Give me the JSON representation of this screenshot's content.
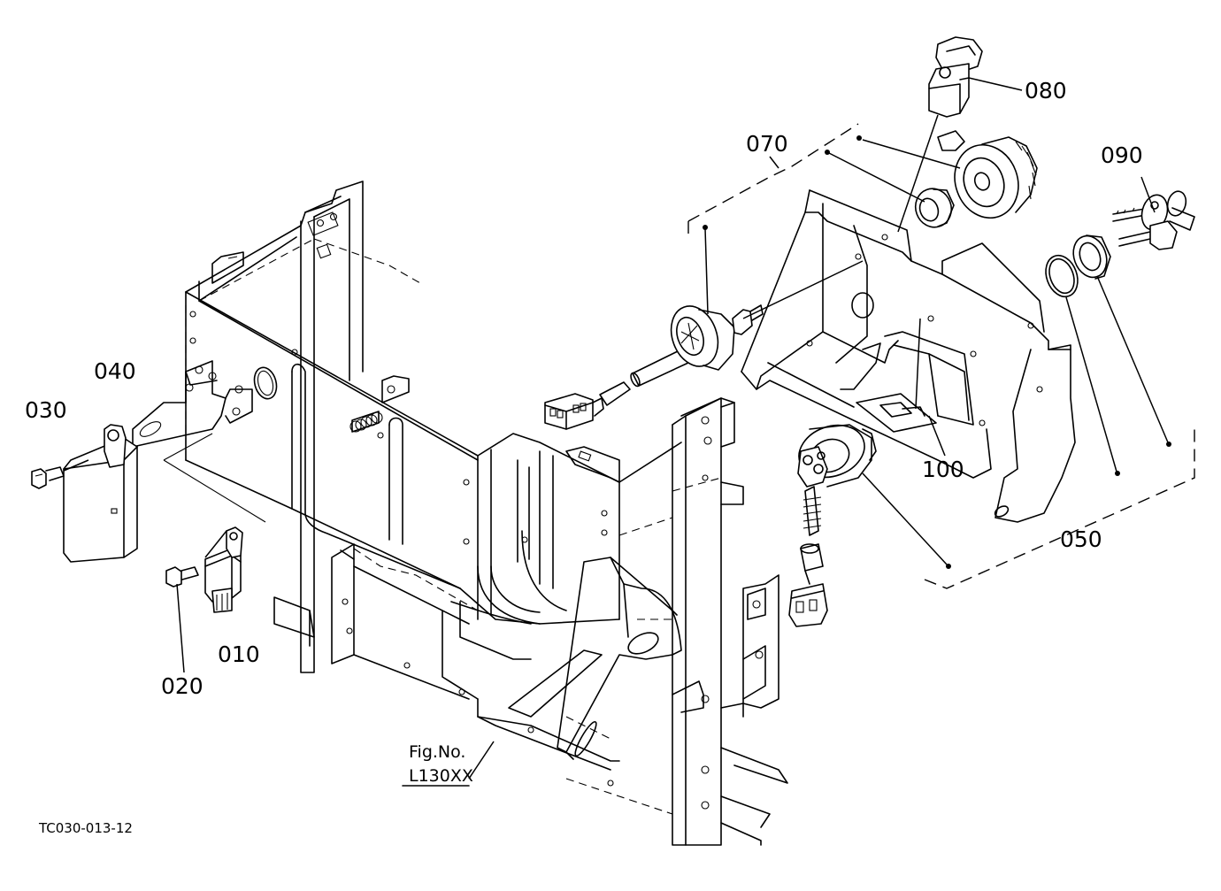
{
  "labels": {
    "p010": "010",
    "p020": "020",
    "p030": "030",
    "p040": "040",
    "p050": "050",
    "p070": "070",
    "p080": "080",
    "p090": "090",
    "p100": "100"
  },
  "figure_ref": {
    "line1": "Fig.No.",
    "line2": "L130XX"
  },
  "drawing_code": "TC030-013-12"
}
